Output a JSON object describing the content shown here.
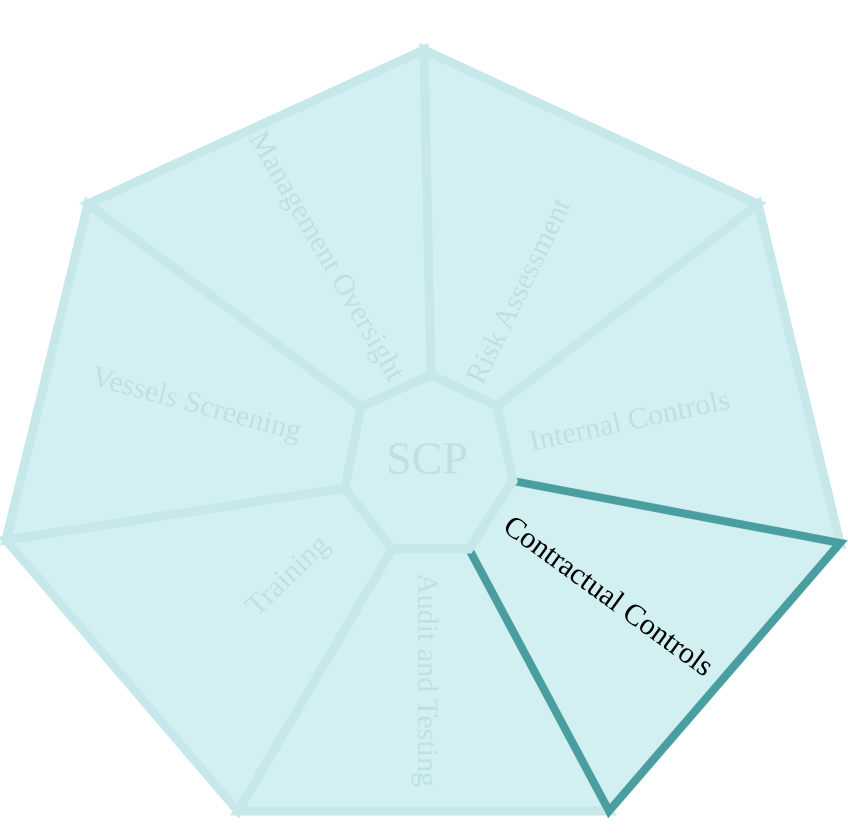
{
  "diagram": {
    "center_label": "SCP",
    "segments": [
      {
        "id": "management-oversight",
        "label": "Management Oversight",
        "active": false
      },
      {
        "id": "risk-assessment",
        "label": "Risk Assessment",
        "active": false
      },
      {
        "id": "internal-controls",
        "label": "Internal Controls",
        "active": false
      },
      {
        "id": "contractual-controls",
        "label": "Contractual Controls",
        "active": true
      },
      {
        "id": "audit-and-testing",
        "label": "Audit and Testing",
        "active": false
      },
      {
        "id": "training",
        "label": "Training",
        "active": false
      },
      {
        "id": "vessels-screening",
        "label": "Vessels Screening",
        "active": false
      }
    ]
  },
  "colors": {
    "segment_fill": "#d2f0f2",
    "segment_border": "#c6e8ea",
    "inactive_text": "#c0dfe1",
    "active_border": "#4a9e9f",
    "active_text": "#000000",
    "hub_fill": "#d2f0f2"
  }
}
